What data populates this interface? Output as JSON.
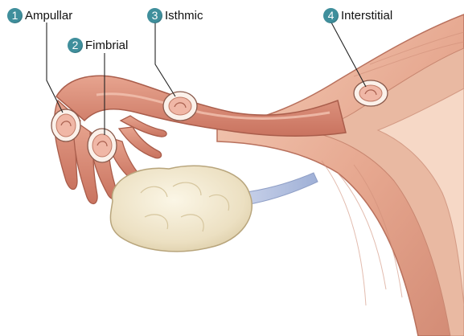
{
  "colors": {
    "badge": "#3f8f9c",
    "uterus": "#e8b39a",
    "uterus_dark": "#c97b68",
    "tube": "#d68a76",
    "ovary": "#efe6cf",
    "ligament": "#b7c3de",
    "site_ring": "#fbf1ea",
    "site_fill": "#f0b7a6"
  },
  "sites": [
    {
      "number": "1",
      "label": "Ampullar"
    },
    {
      "number": "2",
      "label": "Fimbrial"
    },
    {
      "number": "3",
      "label": "Isthmic"
    },
    {
      "number": "4",
      "label": "Interstitial"
    }
  ]
}
